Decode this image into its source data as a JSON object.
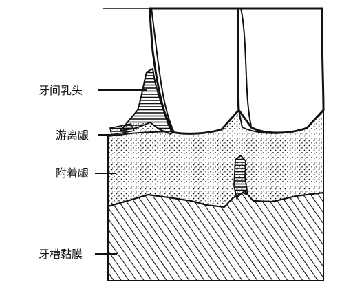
{
  "labels": {
    "interdental_papilla": "牙间乳头",
    "free_gingiva": "游离龈",
    "attached_gingiva": "附着龈",
    "alveolar_mucosa": "牙槽黏膜"
  },
  "colors": {
    "ink": "#111111",
    "background": "#ffffff"
  }
}
